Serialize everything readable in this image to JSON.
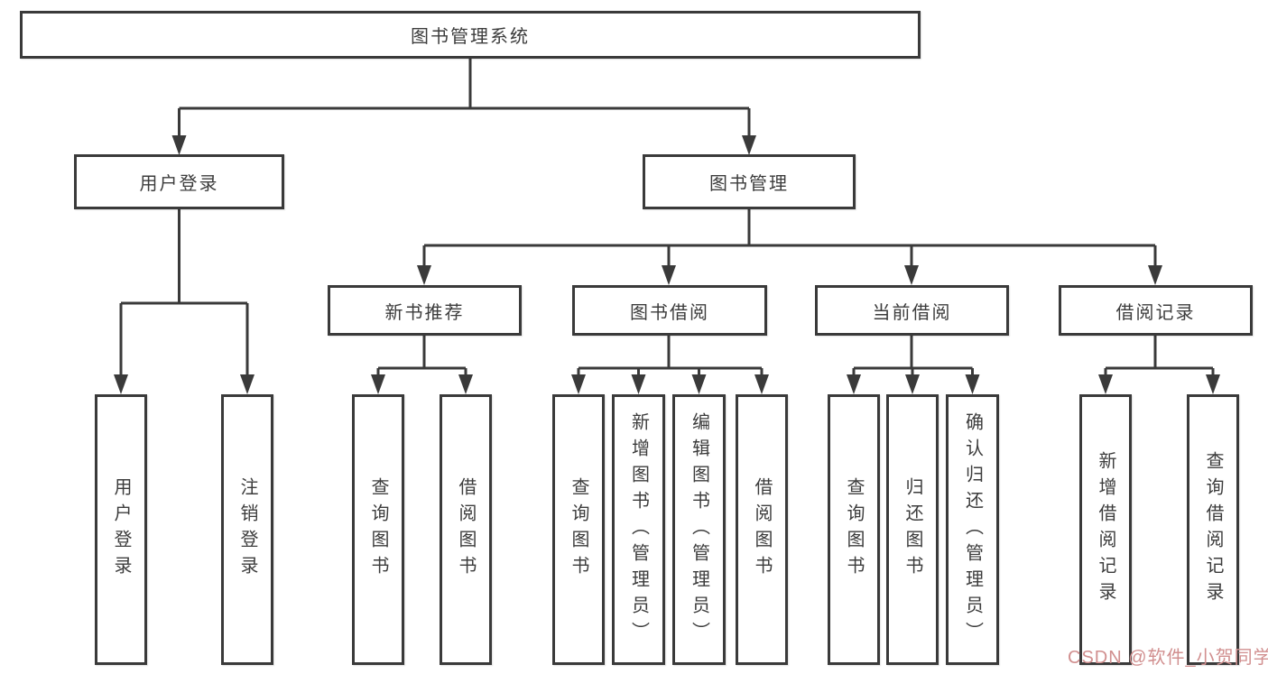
{
  "colors": {
    "line": "#3a3a3a",
    "text": "#3c3c3c",
    "watermark": "#d18f8f"
  },
  "tree": {
    "root": {
      "label": "图书管理系统",
      "children": [
        {
          "label": "用户登录",
          "children": [
            {
              "label": "用户登录"
            },
            {
              "label": "注销登录"
            }
          ]
        },
        {
          "label": "图书管理",
          "children": [
            {
              "label": "新书推荐",
              "children": [
                {
                  "label": "查询图书"
                },
                {
                  "label": "借阅图书"
                }
              ]
            },
            {
              "label": "图书借阅",
              "children": [
                {
                  "label": "查询图书"
                },
                {
                  "label": "新增图书（管理员）"
                },
                {
                  "label": "编辑图书（管理员）"
                },
                {
                  "label": "借阅图书"
                }
              ]
            },
            {
              "label": "当前借阅",
              "children": [
                {
                  "label": "查询图书"
                },
                {
                  "label": "归还图书"
                },
                {
                  "label": "确认归还（管理员）"
                }
              ]
            },
            {
              "label": "借阅记录",
              "children": [
                {
                  "label": "新增借阅记录"
                },
                {
                  "label": "查询借阅记录"
                }
              ]
            }
          ]
        }
      ]
    }
  },
  "watermark": {
    "text": "CSDN @软件_小贺同学"
  }
}
